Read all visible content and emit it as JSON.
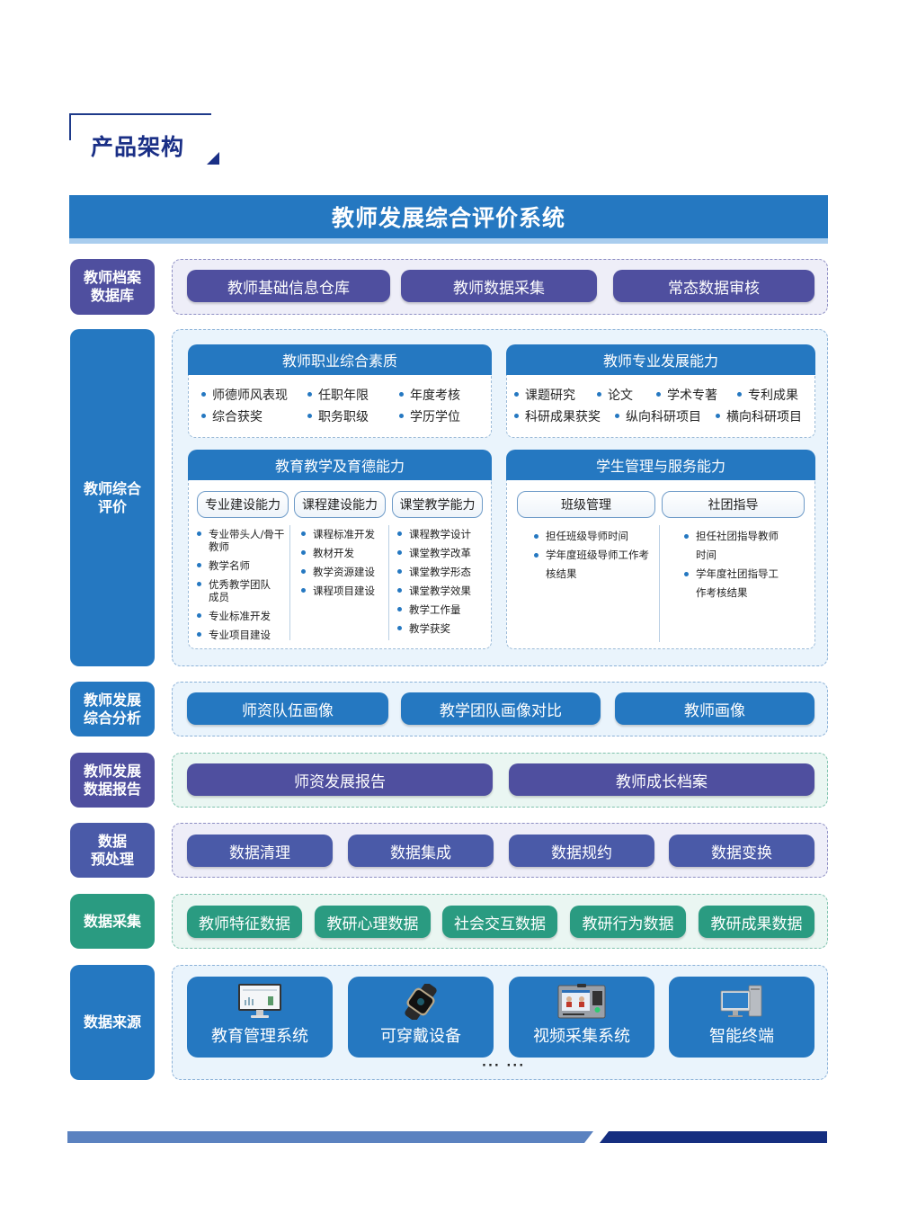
{
  "section": {
    "title": "产品架构"
  },
  "banner": {
    "title": "教师发展综合评价系统"
  },
  "colors": {
    "primary_blue": "#2578c1",
    "purple": "#4f4f9f",
    "indigo": "#4a5aa8",
    "green": "#2a9b81",
    "heading_navy": "#1a2f86",
    "footer_light": "#5b82c0",
    "footer_dark": "#152e80"
  },
  "rows": {
    "archive": {
      "label": "教师档案\n数据库",
      "items": [
        "教师基础信息仓库",
        "教师数据采集",
        "常态数据审核"
      ]
    },
    "evaluation": {
      "label": "教师综合\n评价",
      "cards": {
        "professional_quality": {
          "title": "教师职业综合素质",
          "items": [
            "师德师风表现",
            "任职年限",
            "年度考核",
            "综合获奖",
            "职务职级",
            "学历学位"
          ]
        },
        "professional_development": {
          "title": "教师专业发展能力",
          "items": [
            "课题研究",
            "论文",
            "学术专著",
            "专利成果",
            "科研成果获奖",
            "纵向科研项目",
            "横向科研项目"
          ]
        },
        "teaching": {
          "title": "教育教学及育德能力",
          "columns": [
            {
              "title": "专业建设能力",
              "items": [
                "专业带头人/骨干教师",
                "教学名师",
                "优秀教学团队成员",
                "专业标准开发",
                "专业项目建设"
              ]
            },
            {
              "title": "课程建设能力",
              "items": [
                "课程标准开发",
                "教材开发",
                "教学资源建设",
                "课程项目建设"
              ]
            },
            {
              "title": "课堂教学能力",
              "items": [
                "课程教学设计",
                "课堂教学改革",
                "课堂教学形态",
                "课堂教学效果",
                "教学工作量",
                "教学获奖"
              ]
            }
          ]
        },
        "student_management": {
          "title": "学生管理与服务能力",
          "columns": [
            {
              "title": "班级管理",
              "items": [
                "担任班级导师时间",
                "学年度班级导师工作考核结果"
              ]
            },
            {
              "title": "社团指导",
              "items": [
                "担任社团指导教师时间",
                "学年度社团指导工作考核结果"
              ]
            }
          ]
        }
      }
    },
    "analysis": {
      "label": "教师发展\n综合分析",
      "items": [
        "师资队伍画像",
        "教学团队画像对比",
        "教师画像"
      ]
    },
    "report": {
      "label": "教师发展\n数据报告",
      "items": [
        "师资发展报告",
        "教师成长档案"
      ]
    },
    "preprocess": {
      "label": "数据\n预处理",
      "items": [
        "数据清理",
        "数据集成",
        "数据规约",
        "数据变换"
      ]
    },
    "collection": {
      "label": "数据采集",
      "items": [
        "教师特征数据",
        "教研心理数据",
        "社会交互数据",
        "教研行为数据",
        "教研成果数据"
      ]
    },
    "sources": {
      "label": "数据来源",
      "items": [
        {
          "label": "教育管理系统",
          "icon": "monitor-dashboard-icon"
        },
        {
          "label": "可穿戴设备",
          "icon": "smartwatch-icon"
        },
        {
          "label": "视频采集系统",
          "icon": "face-recognition-terminal-icon"
        },
        {
          "label": "智能终端",
          "icon": "desktop-computer-icon"
        }
      ],
      "more": "··· ···"
    }
  }
}
